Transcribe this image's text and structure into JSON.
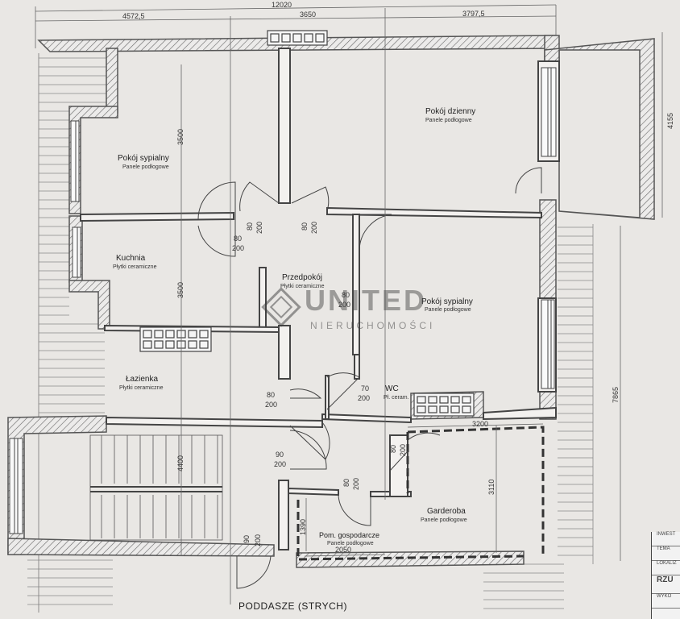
{
  "rooms": {
    "bedroom1": {
      "name": "Pokój sypialny",
      "floor": "Panele podłogowe"
    },
    "living": {
      "name": "Pokój dzienny",
      "floor": "Panele podłogowe"
    },
    "kitchen": {
      "name": "Kuchnia",
      "floor": "Płytki ceramiczne"
    },
    "hall": {
      "name": "Przedpokój",
      "floor": "Płytki ceramiczne"
    },
    "bedroom2": {
      "name": "Pokój sypialny",
      "floor": "Panele podłogowe"
    },
    "bathroom": {
      "name": "Łazienka",
      "floor": "Płytki ceramiczne"
    },
    "wc": {
      "name": "WC",
      "floor": "Pł. ceram."
    },
    "utility": {
      "name": "Pom. gospodarcze",
      "floor": "Panele podłogowe"
    },
    "wardrobe": {
      "name": "Garderoba",
      "floor": "Panele podłogowe"
    }
  },
  "attic_label": "PODDASZE (STRYCH)",
  "dimensions": {
    "total_width": "12020",
    "left_width": "4572,5",
    "mid_width": "3650",
    "right_width": "3797,5",
    "right_side": "4155",
    "bedroom_height": "3500",
    "kitchen_height": "3500",
    "stair_height": "4400",
    "right_height": "7865",
    "wardrobe_width": "3200",
    "wardrobe_height": "3110",
    "utility_height": "1390",
    "utility_width": "2050"
  },
  "doors": {
    "d1_w": "80",
    "d1_h": "200",
    "d2_w": "80",
    "d2_h": "200",
    "d3_w": "80",
    "d3_h": "200",
    "d4_w": "80",
    "d4_h": "200",
    "d5_w": "80",
    "d5_h": "200",
    "d6_w": "70",
    "d6_h": "200",
    "d7_w": "90",
    "d7_h": "200",
    "d8_w": "80",
    "d8_h": "200",
    "d9_w": "80",
    "d9_h": "200",
    "d10_w": "90",
    "d10_h": "200"
  },
  "watermark": {
    "brand": "UNITED",
    "sub": "NIERUCHOMOŚCI"
  },
  "titleblock": {
    "r1": "INWEST",
    "r2": "TEMA",
    "r3": "LOKALIZ",
    "r4": "RZU",
    "r5": "WYKO"
  }
}
